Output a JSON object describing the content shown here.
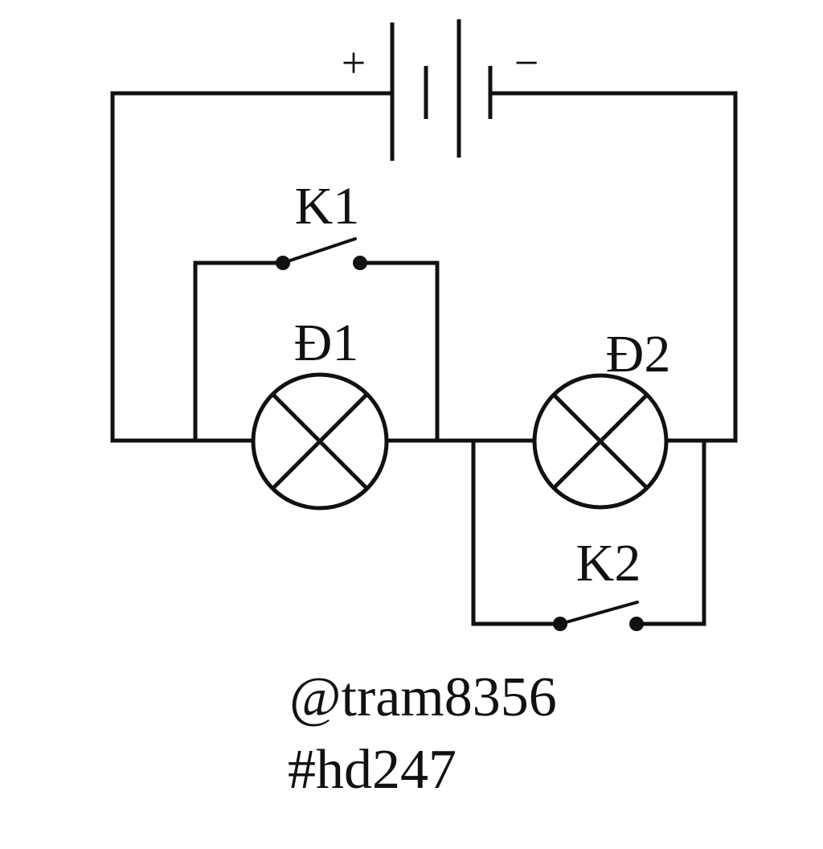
{
  "diagram": {
    "battery": {
      "positive_sign": "+",
      "negative_sign": "−"
    },
    "switches": {
      "k1": "K1",
      "k2": "K2"
    },
    "lamps": {
      "d1": "Đ1",
      "d2": "Đ2"
    },
    "credits": {
      "author": "@tram8356",
      "tag": "#hd247"
    }
  }
}
